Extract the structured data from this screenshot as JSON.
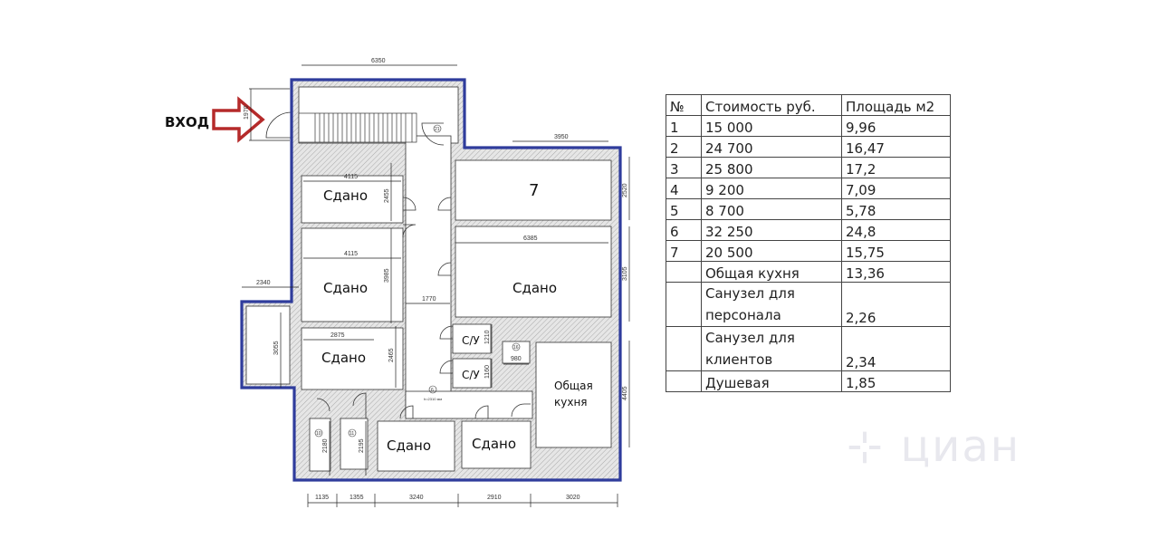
{
  "plan": {
    "entrance_label": "ВХОД",
    "rooms": {
      "r1": "Сдано",
      "r2": "Сдано",
      "r3": "Сдано",
      "r7": "7",
      "r6": "Сдано",
      "wc1": "С/У",
      "wc2": "С/У",
      "kitchen1": "Общая",
      "kitchen2": "кухня",
      "b1": "Сдано",
      "b2": "Сдано"
    },
    "markers": {
      "m21": "21",
      "m6": "6",
      "m16": "16",
      "m10": "10",
      "m11": "11",
      "h": "h=2310 мм"
    },
    "dims": {
      "top": "6350",
      "entry": "1970",
      "d3950": "3950",
      "d2520": "2520",
      "d4115a": "4115",
      "d2455": "2455",
      "d4115b": "4115",
      "d3985": "3985",
      "d6385": "6385",
      "d3105": "3105",
      "d2340": "2340",
      "d1770": "1770",
      "d3055": "3055",
      "d2875": "2875",
      "d2465": "2465",
      "d1210": "1210",
      "d1160": "1160",
      "d980": "980",
      "d4405": "4405",
      "d2180": "2180",
      "d2195": "2195",
      "b1135": "1135",
      "b1355": "1355",
      "b3240": "3240",
      "b2910": "2910",
      "b3020": "3020"
    }
  },
  "table": {
    "headers": [
      "№",
      "Стоимость руб.",
      "Площадь м2"
    ],
    "rows": [
      [
        "1",
        "15 000",
        "9,96"
      ],
      [
        "2",
        "24 700",
        "16,47"
      ],
      [
        "3",
        "25 800",
        "17,2"
      ],
      [
        "4",
        "9 200",
        "7,09"
      ],
      [
        "5",
        "8 700",
        "5,78"
      ],
      [
        "6",
        "32 250",
        "24,8"
      ],
      [
        "7",
        "20 500",
        "15,75"
      ],
      [
        "",
        "Общая кухня",
        "13,36"
      ],
      [
        "",
        "Санузел для персонала",
        "2,26"
      ],
      [
        "",
        "Санузел для клиентов",
        "2,34"
      ],
      [
        "",
        "Душевая",
        "1,85"
      ]
    ]
  },
  "watermark": "циан",
  "colors": {
    "outline": "#2f3c9c",
    "arrow": "#b52a2a"
  }
}
